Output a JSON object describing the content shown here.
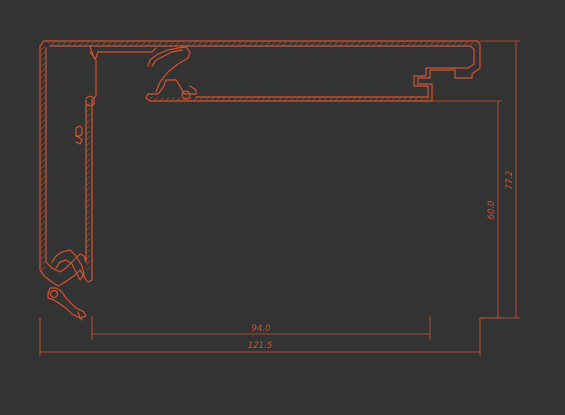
{
  "drawing": {
    "stroke_color": "#d4532e",
    "background_color": "#333333",
    "dimensions": {
      "inner_width": "94.0",
      "overall_width": "121.5",
      "inner_height": "60.0",
      "overall_height": "77.2"
    }
  }
}
